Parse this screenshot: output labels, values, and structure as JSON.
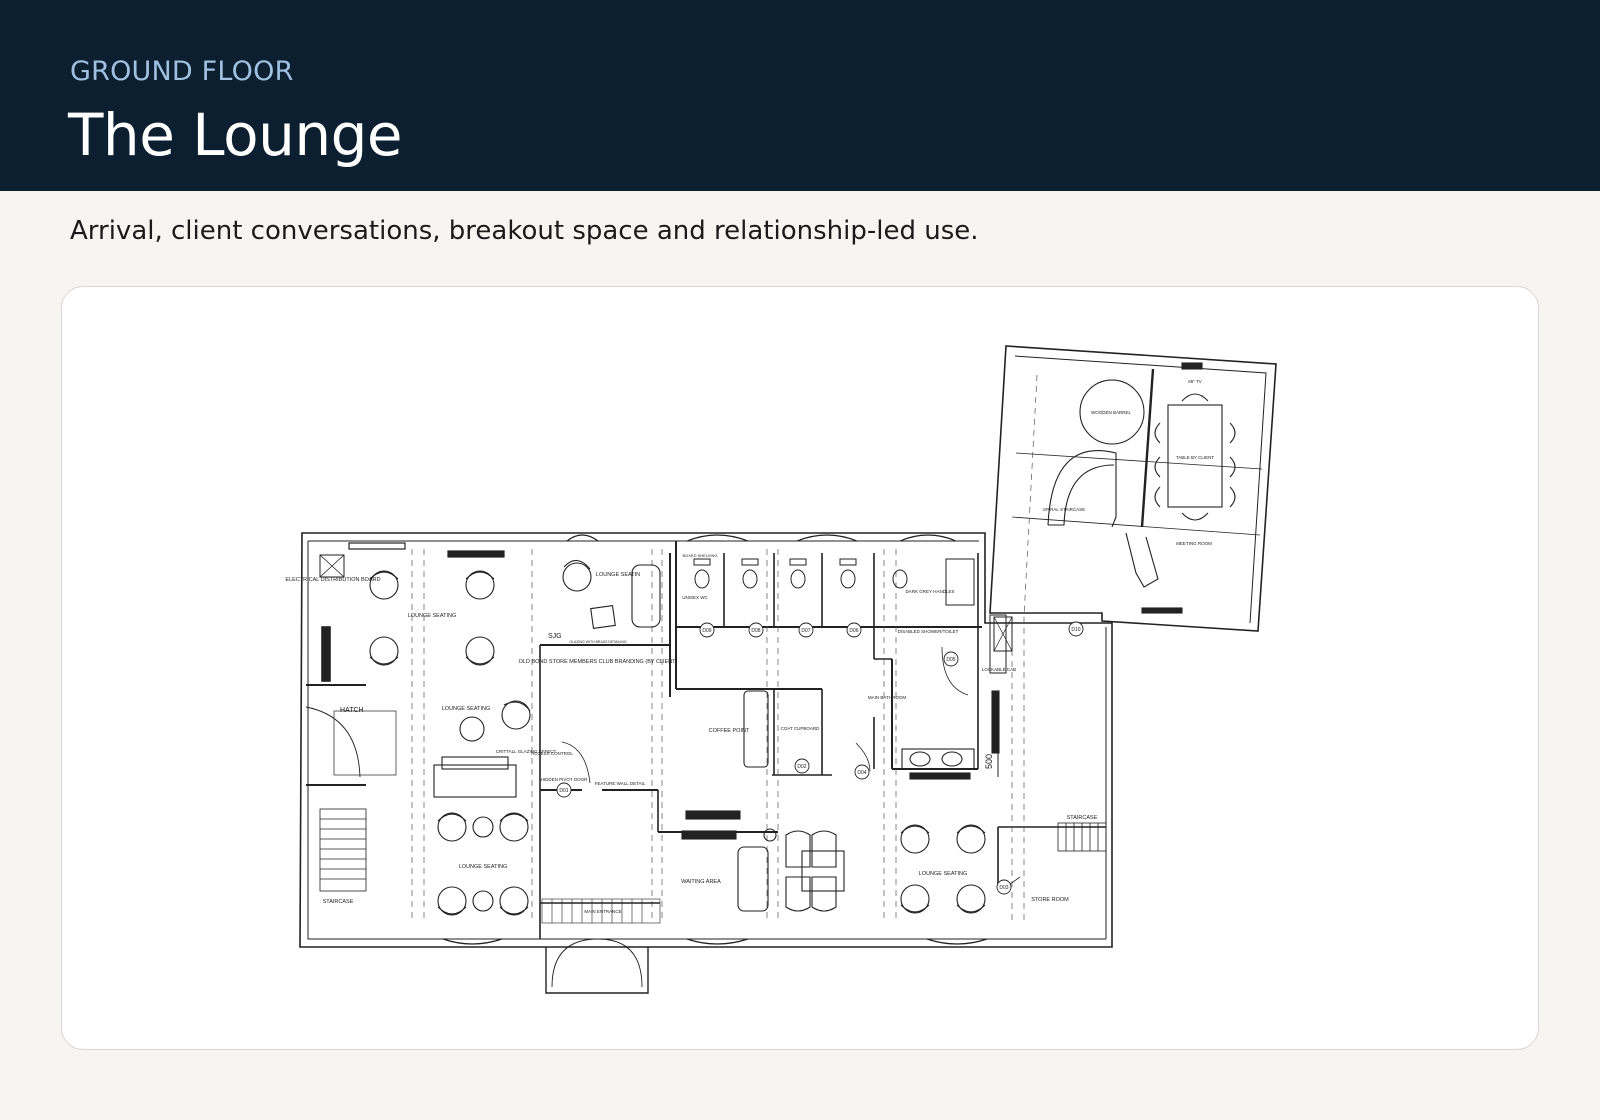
{
  "header": {
    "eyebrow": "GROUND FLOOR",
    "title": "The Lounge"
  },
  "subtitle": "Arrival, client conversations, breakout space and relationship-led use.",
  "plan_labels": {
    "electrical": "ELECTRICAL DISTRIBUTION BOARD",
    "lounge_seating": "LOUNGE SEATING",
    "lounge_seating_2": "LOUNGE SEATING",
    "lounge_seating_3": "LOUNGE SEATING",
    "lounge_seating_4": "LOUNGE SEATING",
    "lounge_seating_top": "LOUNGE SEATIN",
    "hatch": "HATCH",
    "staircase_left": "STAIRCASE",
    "staircase_right": "STAIRCASE",
    "sjg": "SJG",
    "glazing": "GLAZING WITH BRASS DETAILING",
    "branding": "OLD BOND STORE MEMBERS CLUB BRANDING (BY CLIENT)",
    "crittall": "CRITTALL GLAZING EFFECT",
    "access": "ACCESS CONTROL",
    "hidden_door": "HIDDEN PIVOT DOOR",
    "feature_wall": "FEATURE WALL DETAIL",
    "main_entrance": "MAIN ENTRANCE",
    "coffee": "COFFEE POINT",
    "coat": "COAT CUPBOARD",
    "waiting": "WAITING AREA",
    "main_bathroom": "MAIN BATHROOM",
    "disabled": "DISABLED SHOWER/TOILET",
    "dark_grey": "DARK GREY HANDLES",
    "lockable": "LOCKABLE CAB",
    "store_room": "STORE ROOM",
    "wooden_barrel": "WOODEN BARREL",
    "spiral": "SPIRAL STAIRCASE",
    "table_client": "TABLE BY CLIENT",
    "meeting_room": "MEETING ROOM",
    "tv": "65\" TV",
    "boxed_shelving": "BOXED SHELVING",
    "unisex_wc": "UNISEX WC",
    "dim_500": "500",
    "doors": [
      "D09",
      "D08",
      "D07",
      "D06",
      "D05",
      "D04",
      "D03",
      "D02",
      "D01",
      "D10"
    ]
  }
}
